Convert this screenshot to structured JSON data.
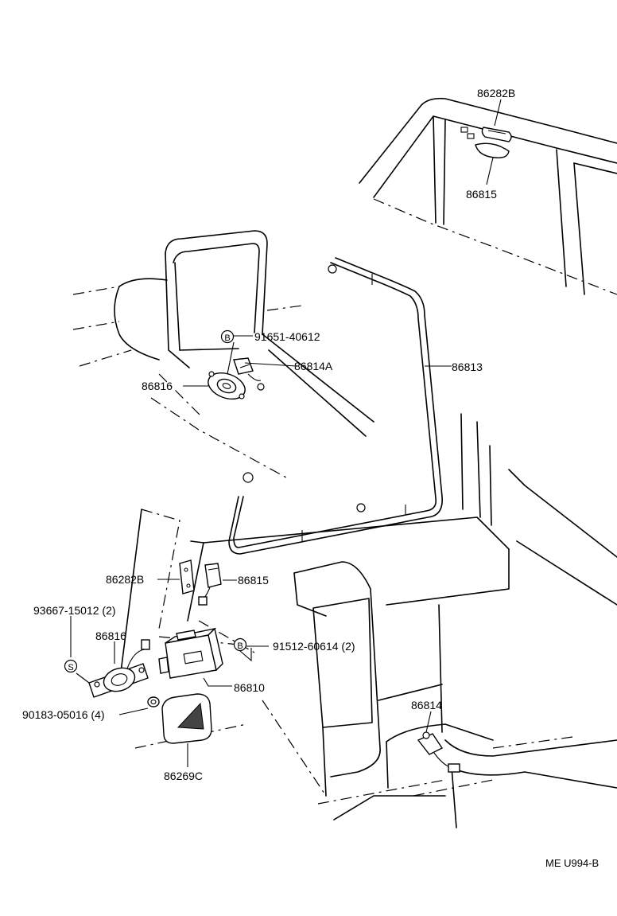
{
  "callouts": [
    {
      "id": "p1",
      "text": "86282B"
    },
    {
      "id": "p2",
      "text": "86815"
    },
    {
      "id": "p3",
      "text": "91651-40612"
    },
    {
      "id": "p4",
      "text": "86814A"
    },
    {
      "id": "p5",
      "text": "86816"
    },
    {
      "id": "p6",
      "text": "86813"
    },
    {
      "id": "p7",
      "text": "86282B"
    },
    {
      "id": "p8",
      "text": "86815"
    },
    {
      "id": "p9",
      "text": "93667-15012 (2)"
    },
    {
      "id": "p10",
      "text": "86816"
    },
    {
      "id": "p11",
      "text": "91512-60614 (2)"
    },
    {
      "id": "p12",
      "text": "86810"
    },
    {
      "id": "p13",
      "text": "90183-05016 (4)"
    },
    {
      "id": "p14",
      "text": "86269C"
    },
    {
      "id": "p15",
      "text": "86814"
    }
  ],
  "markers": [
    {
      "id": "m1",
      "text": "B"
    },
    {
      "id": "m2",
      "text": "B"
    },
    {
      "id": "m3",
      "text": "S"
    }
  ],
  "figure_code": "ME U994-B"
}
